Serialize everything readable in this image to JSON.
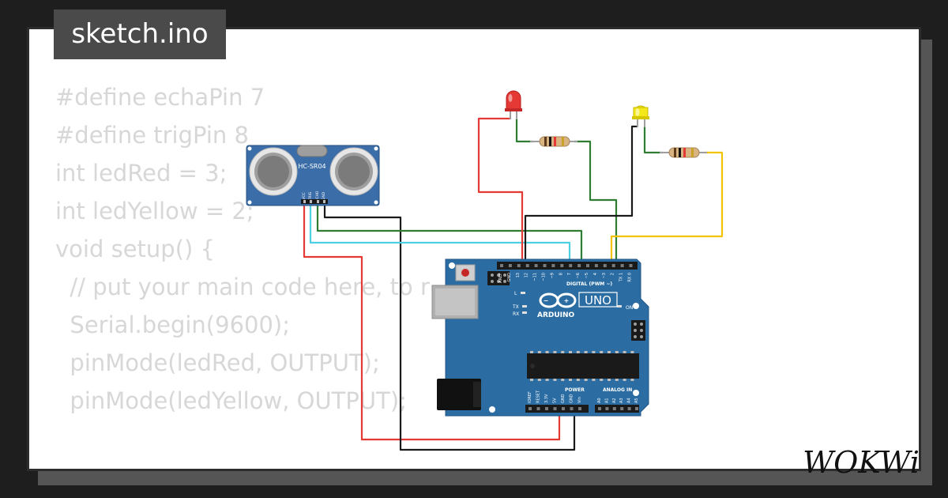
{
  "title": "sketch.ino",
  "code_lines": [
    "#define echaPin 7",
    "#define trigPin 8",
    "int ledRed = 3;",
    "int ledYellow = 2;",
    "",
    "void setup() {",
    "  // put your main code here, to r",
    "  Serial.begin(9600);",
    "  pinMode(ledRed, OUTPUT);",
    "  pinMode(ledYellow, OUTPUT);"
  ],
  "sensor": {
    "model": "HC-SR04",
    "pins": [
      "VCC",
      "TRIG",
      "ECHO",
      "GND"
    ]
  },
  "arduino": {
    "brand": "ARDUINO",
    "model": "UNO",
    "digital_label": "DIGITAL (PWM ~)",
    "power_label": "POWER",
    "analog_label": "ANALOG IN",
    "top_pins": [
      "AREF",
      "GND",
      "13",
      "12",
      "~11",
      "~10",
      "~9",
      "8",
      "7",
      "~6",
      "~5",
      "4",
      "~3",
      "2",
      "TX 1",
      "RX 0"
    ],
    "bottom_pins": [
      "IOREF",
      "RESET",
      "3.3V",
      "5V",
      "GND",
      "GND",
      "Vin",
      "A0",
      "A1",
      "A2",
      "A3",
      "A4",
      "A5"
    ],
    "led_labels": [
      "L",
      "TX",
      "RX",
      "ON"
    ]
  },
  "leds": [
    {
      "name": "red",
      "color": "#e53935"
    },
    {
      "name": "yellow",
      "color": "#f4e81a"
    }
  ],
  "wire_colors": {
    "red": "#e53935",
    "black": "#1a1a1a",
    "green": "#2e7d32",
    "cyan": "#4dd0e1",
    "yellow": "#f2c300"
  },
  "logo_text": "WOKWi"
}
